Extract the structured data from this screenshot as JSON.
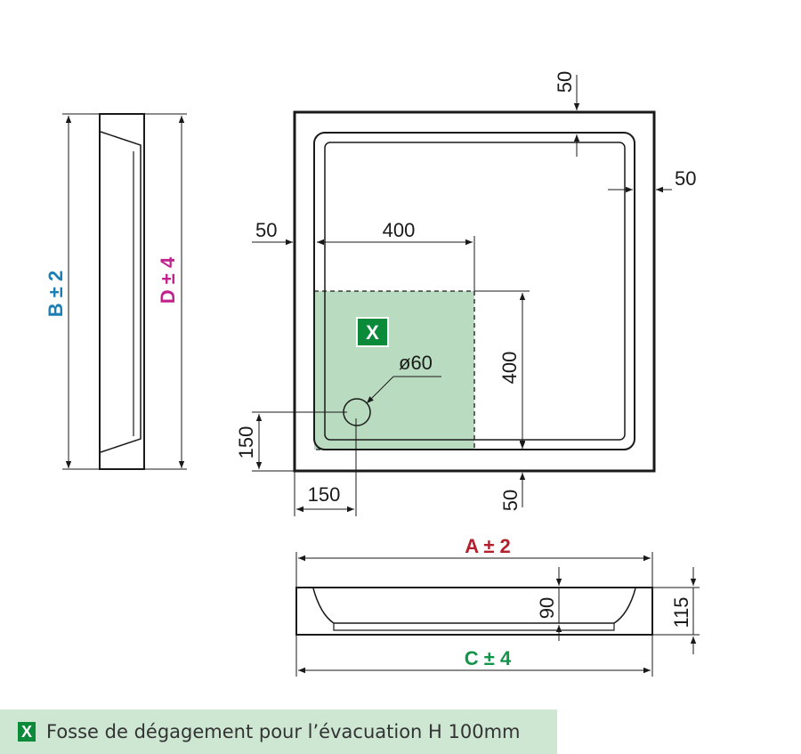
{
  "colors": {
    "blue_label": "#1a7fb4",
    "magenta_label": "#c2228e",
    "red_label": "#b3212e",
    "green_label": "#14944a",
    "zone_fill": "#b9dcc0",
    "badge": "#0b8a3a",
    "legend_bg": "#cde7d3"
  },
  "side_view": {
    "label_b": "B ± 2",
    "label_d": "D ± 4"
  },
  "top_view": {
    "dim_top_50": "50",
    "dim_right_50": "50",
    "dim_left_50": "50",
    "dim_400_horizontal": "400",
    "dim_400_vertical": "400",
    "zone_badge": "X",
    "drain_diameter": "ø60",
    "dim_150_vertical": "150",
    "dim_150_horizontal": "150",
    "dim_bottom_50": "50"
  },
  "front_view": {
    "label_a": "A ± 2",
    "label_c": "C ± 4",
    "dim_90": "90",
    "dim_115": "115"
  },
  "legend": {
    "badge": "X",
    "text": "Fosse de dégagement pour l’évacuation H 100mm"
  }
}
